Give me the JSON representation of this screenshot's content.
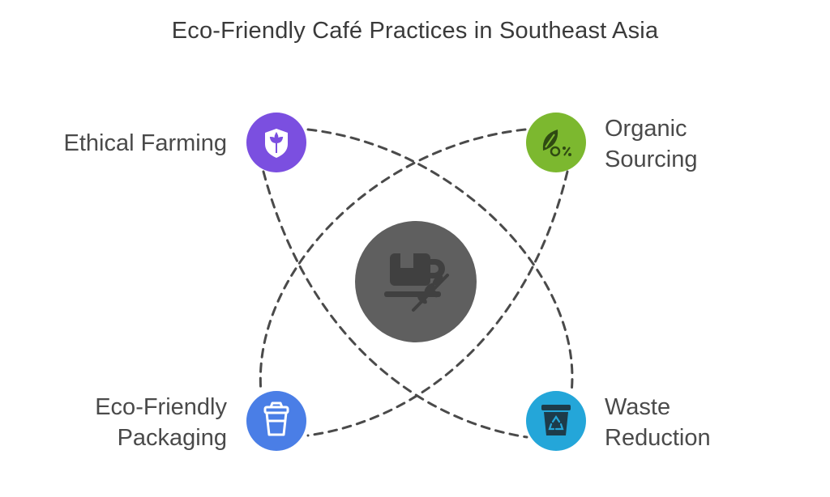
{
  "title": "Eco-Friendly Café Practices in Southeast Asia",
  "nodes": {
    "top_left": {
      "lines": [
        "Ethical Farming"
      ],
      "color": "#7b4fe0",
      "icon": "leaf-shield-icon"
    },
    "top_right": {
      "lines": [
        "Organic",
        "Sourcing"
      ],
      "color": "#7cb82f",
      "icon": "organic-leaf-percent-icon"
    },
    "bottom_left": {
      "lines": [
        "Eco-Friendly",
        "Packaging"
      ],
      "color": "#4a7ee6",
      "icon": "takeaway-cup-icon"
    },
    "bottom_right": {
      "lines": [
        "Waste",
        "Reduction"
      ],
      "color": "#24a6d9",
      "icon": "recycle-bin-icon"
    }
  },
  "center": {
    "color": "#5f5f5f",
    "icon": "coffee-cup-with-branch-icon"
  },
  "connector_color": "#4a4a4a",
  "text_color": "#4a4a4a"
}
